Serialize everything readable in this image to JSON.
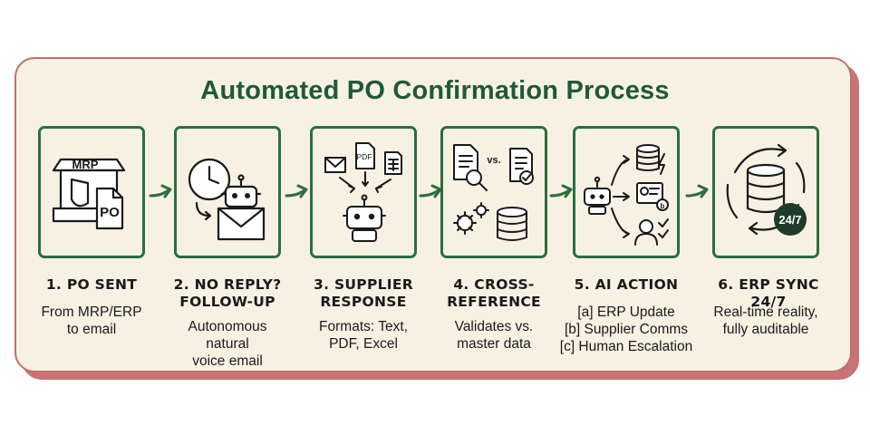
{
  "title": "Automated PO Confirmation Process",
  "colors": {
    "accent_green": "#2c6e3f",
    "card_bg": "#f7f1e4",
    "border_red": "#c27069",
    "title_green": "#1f5a36"
  },
  "steps": [
    {
      "icon": "mrp-printer-po-icon",
      "icon_text": [
        "MRP",
        "PO"
      ],
      "label": [
        "1. PO SENT"
      ],
      "desc": [
        "From MRP/ERP",
        "to email"
      ]
    },
    {
      "icon": "clock-robot-envelope-icon",
      "label": [
        "2. NO REPLY?",
        "FOLLOW-UP"
      ],
      "desc": [
        "Autonomous",
        "natural",
        "voice email"
      ]
    },
    {
      "icon": "documents-to-robot-icon",
      "icon_text": [
        "PDF"
      ],
      "label": [
        "3. SUPPLIER",
        "RESPONSE"
      ],
      "desc": [
        "Formats: Text,",
        "PDF, Excel"
      ]
    },
    {
      "icon": "compare-documents-database-icon",
      "icon_text": [
        "vs."
      ],
      "label": [
        "4. CROSS-",
        "REFERENCE"
      ],
      "desc": [
        "Validates vs.",
        "master data"
      ]
    },
    {
      "icon": "robot-branching-actions-icon",
      "label": [
        "5. AI ACTION"
      ],
      "desc": [
        "[a] ERP Update",
        "[b] Supplier Comms",
        "[c] Human Escalation"
      ]
    },
    {
      "icon": "database-sync-24-7-icon",
      "icon_text": [
        "24/7"
      ],
      "label": [
        "6. ERP SYNC 24/7"
      ],
      "desc": [
        "Real-time reality,",
        "fully auditable"
      ]
    }
  ]
}
